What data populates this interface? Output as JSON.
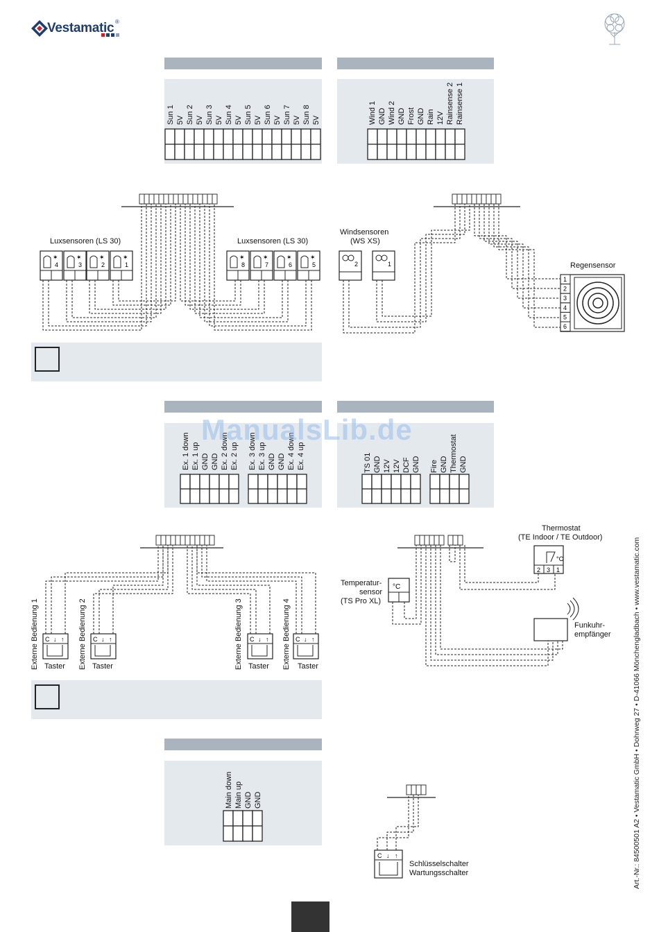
{
  "brand": {
    "name": "Vestamatic",
    "registered": "®"
  },
  "watermark": "ManualsLib.de",
  "footer_vertical": "Art.-Nr.: 84500501 A2  •  Vestamatic GmbH  •  Dohrweg 27  •  D-41066 Mönchengladbach  •  www.vestamatic.com",
  "sections": {
    "sun": {
      "terminals": [
        "Sun 1",
        "5V",
        "Sun 2",
        "5V",
        "Sun 3",
        "5V",
        "Sun 4",
        "5V",
        "Sun 5",
        "5V",
        "Sun 6",
        "5V",
        "Sun 7",
        "5V",
        "Sun 8",
        "5V"
      ]
    },
    "wind": {
      "terminals": [
        "Wind 1",
        "GND",
        "Wind 2",
        "GND",
        "Frost",
        "GND",
        "Rain",
        "12V",
        "Rainsense 2",
        "Rainsense 1"
      ]
    },
    "ext": {
      "terminals": [
        "Ex. 1  down",
        "Ex. 1  up",
        "GND",
        "GND",
        "Ex. 2  down",
        "Ex. 2  up",
        "Ex. 3  down",
        "Ex. 3  up",
        "GND",
        "GND",
        "Ex. 4  down",
        "Ex. 4  up"
      ]
    },
    "ts": {
      "terminals": [
        "TS 01",
        "GND",
        "12V",
        "12V",
        "DCF",
        "GND",
        "Fire",
        "GND",
        "Thermostat",
        "GND"
      ]
    },
    "main": {
      "terminals": [
        "Main down",
        "Main up",
        "GND",
        "GND"
      ]
    }
  },
  "labels": {
    "lux_left": "Luxsensoren (LS 30)",
    "lux_right": "Luxsensoren (LS 30)",
    "lux_numbers_left": [
      "4",
      "3",
      "2",
      "1"
    ],
    "lux_numbers_right": [
      "8",
      "7",
      "6",
      "5"
    ],
    "wind_sensors": "Windsensoren",
    "wind_sensors_sub": "(WS XS)",
    "wind_numbers": [
      "2",
      "1"
    ],
    "rain_sensor": "Regensensor",
    "rain_numbers": [
      "1",
      "2",
      "3",
      "4",
      "5",
      "6"
    ],
    "ext_ctrl": [
      "Externe Bedienung 1",
      "Externe Bedienung 2",
      "Externe Bedienung 3",
      "Externe Bedienung 4"
    ],
    "taster": "Taster",
    "switch_pins": [
      "C",
      "↓",
      "↑"
    ],
    "thermostat": "Thermostat",
    "thermostat_sub": "(TE Indoor / TE Outdoor)",
    "thermostat_pins": [
      "2",
      "3",
      "1"
    ],
    "temp_sensor_l1": "Temperatur-",
    "temp_sensor_l2": "sensor",
    "temp_sensor_l3": "(TS Pro XL)",
    "deg_c": "°C",
    "radio_clock_l1": "Funkuhr-",
    "radio_clock_l2": "empfänger",
    "key_switch_l1": "Schlüsselschalter",
    "key_switch_l2": "Wartungsschalter"
  }
}
